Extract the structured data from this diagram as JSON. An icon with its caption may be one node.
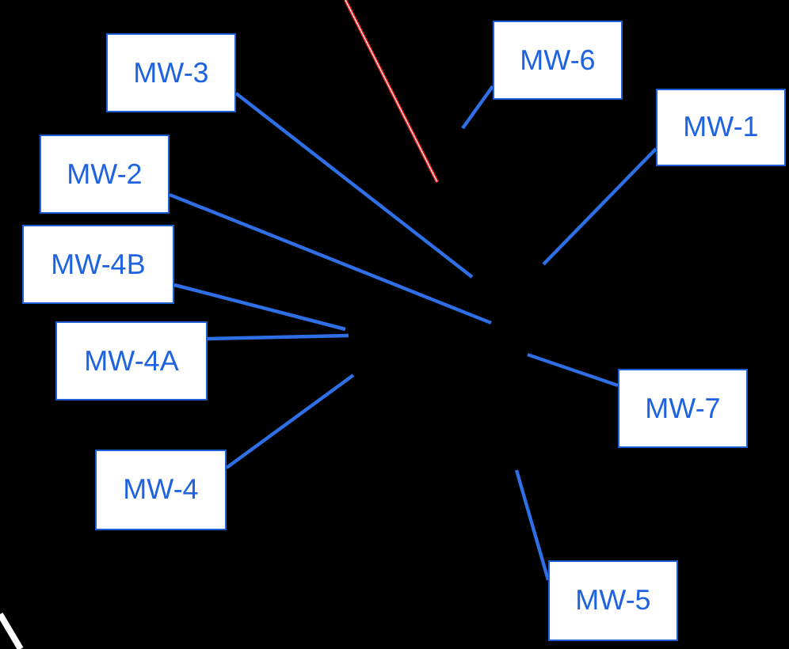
{
  "diagram": {
    "nodes": [
      {
        "text": [
          "MW-3"
        ]
      },
      {
        "text": [
          "MW-6"
        ]
      },
      {
        "text": [
          "MW-1"
        ]
      },
      {
        "text": [
          "MW-2"
        ]
      },
      {
        "text": [
          "MW-4B"
        ]
      },
      {
        "text": [
          "MW-4A"
        ]
      },
      {
        "text": [
          "MW-7"
        ]
      },
      {
        "text": [
          "MW-4"
        ]
      },
      {
        "text": [
          "MW-5"
        ]
      }
    ],
    "edges": [
      {
        "from": 0,
        "to": null,
        "arrow": "none"
      },
      {
        "from": 1,
        "to": null,
        "arrow": "none"
      },
      {
        "from": 2,
        "to": null,
        "arrow": "none"
      },
      {
        "from": 3,
        "to": null,
        "arrow": "none"
      },
      {
        "from": 4,
        "to": null,
        "arrow": "none"
      },
      {
        "from": 5,
        "to": null,
        "arrow": "none"
      },
      {
        "from": 6,
        "to": null,
        "arrow": "none"
      },
      {
        "from": 7,
        "to": null,
        "arrow": "none"
      },
      {
        "from": 8,
        "to": null,
        "arrow": "none"
      }
    ]
  }
}
